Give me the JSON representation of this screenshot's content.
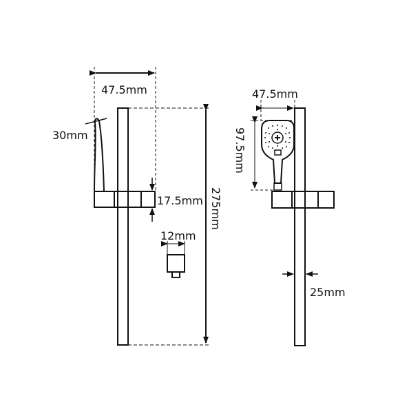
{
  "diagram": {
    "type": "technical-dimension-drawing",
    "subject": "shower rail with hand shower",
    "colors": {
      "line": "#111111",
      "background": "#ffffff"
    },
    "side_view": {
      "labels": {
        "bracket_width": "47.5mm",
        "handle_thickness": "30mm",
        "bracket_height": "17.5mm",
        "rail_length": "275mm",
        "connector_width": "12mm"
      }
    },
    "front_view": {
      "labels": {
        "head_width": "47.5mm",
        "head_length": "97.5mm",
        "rail_width": "25mm"
      }
    }
  }
}
